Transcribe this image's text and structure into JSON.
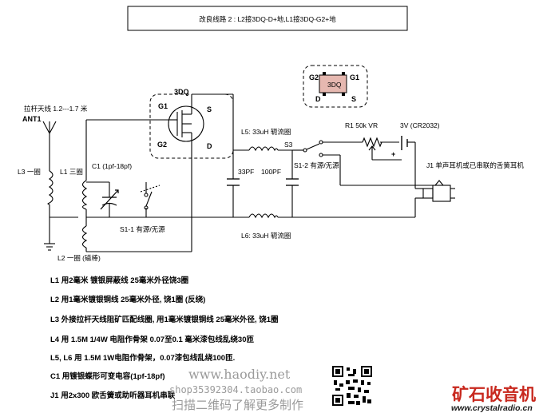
{
  "title": "改良线路 2 : L2接3DQ-D+地,L1接3DQ-G2+地",
  "labels": {
    "antenna_label": "拉杆天线 1.2---1.7 米",
    "ant1": "ANT1",
    "l3": "L3 一圈",
    "l1": "L1 三圈",
    "c1": "C1 (1pf-18pf)",
    "l2": "L2 一圈 (磁棒)",
    "s1_1": "S1-1 有源/无源",
    "dq3": "3DQ",
    "g1": "G1",
    "g2": "G2",
    "s": "S",
    "d": "D",
    "l5": "L5: 33uH 轭流圈",
    "l6": "L6: 33uH 轭流圈",
    "c_33pf": "33PF",
    "c_100pf": "100PF",
    "s3": "S3",
    "s1_2": "S1-2 有源/无源",
    "r1": "R1 50k VR",
    "battery": "3V (CR2032)",
    "plus": "+",
    "j1": "J1 单声耳机或已串联的舌簧耳机",
    "pkg_chip": "3DQ",
    "pkg_g2": "G2",
    "pkg_g1": "G1",
    "pkg_d": "D",
    "pkg_s": "S"
  },
  "notes": [
    "L1 用2毫米 镀银屏蔽线 25毫米外径饶3圈",
    "L2 用1毫米镀银铜线 25毫米外径, 饶1圈 (反绕)",
    "L3 外接拉杆天线阻矿匹配线圈, 用1毫米镀银铜线 25毫米外径, 饶1圈",
    "L4 用 1.5M 1/4W 电阻作骨架 0.07至0.1 毫米漆包线乱绕30匝",
    "L5, L6 用 1.5M 1W电阻作骨架，0.07漆包线乱绕100匝.",
    "C1 用镀银蝶形可变电容(1pf-18pf)",
    "J1 用2x300 欧舌簧或助听器耳机串联"
  ],
  "watermark": {
    "site": "www.haodiy.net",
    "shop": "shop35392304.taobao.com",
    "scan": "扫描二维码了解更多制作",
    "brand": "矿石收音机",
    "brand_url": "www.crystalradio.cn"
  },
  "colors": {
    "chip_fill": "#e6b8b0",
    "brand": "#c8281e",
    "watermark": "#9a9a9a"
  }
}
